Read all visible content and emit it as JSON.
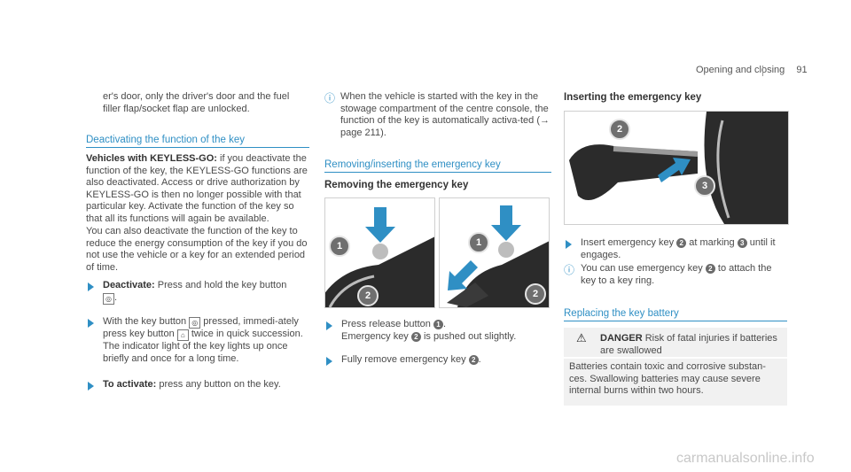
{
  "header": {
    "section": "Opening and closing",
    "page_number": "91"
  },
  "col1": {
    "intro": "er's door, only the driver's door and the fuel filler flap/socket flap are unlocked.",
    "section_title": "Deactivating the function of the key",
    "bold_lead": "Vehicles with KEYLESS-GO:",
    "para1": "if you deactivate the function of the key, the KEYLESS-GO functions are also deactivated. Access or drive authorization by KEYLESS-GO is then no longer possible with that particular key. Activate the function of the key so that all its functions will again be available.",
    "para2": "You can also deactivate the function of the key to reduce the energy consumption of the key if you do not use the vehicle or a key for an extended period of time.",
    "step1_label": "Deactivate:",
    "step1_text": "Press and hold the key button",
    "step2_a": "With the key button",
    "step2_b": "pressed, immedi-ately press key button",
    "step2_c": "twice in quick succession.",
    "step2_d": "The indicator light of the key lights up once briefly and once for a long time.",
    "step3_label": "To activate:",
    "step3_text": "press any button on the key.",
    "icons": {
      "unlock": "unlock-icon",
      "trunk": "trunk-icon"
    }
  },
  "col2": {
    "note": "When the vehicle is started with the key in the stowage compartment of the centre console, the function of the key is automatically activa-ted (→ page 211).",
    "section_title": "Removing/inserting the emergency key",
    "sub_title": "Removing the emergency key",
    "step1": "Press release button",
    "step1_b": "Emergency key",
    "step1_c": "is pushed out slightly.",
    "step2": "Fully remove emergency key",
    "callouts": [
      "1",
      "2"
    ]
  },
  "col3": {
    "sub_title": "Inserting the emergency key",
    "step1_a": "Insert emergency key",
    "step1_b": "at marking",
    "step1_c": "until it engages.",
    "note_a": "You can use emergency key",
    "note_b": "to attach the key to a key ring.",
    "section_title": "Replacing the key battery",
    "danger_label": "DANGER",
    "danger_title": "Risk of fatal injuries if batteries are swallowed",
    "danger_text": "Batteries contain toxic and corrosive substan-ces. Swallowing batteries may cause severe internal burns within two hours.",
    "callouts": [
      "2",
      "3"
    ]
  },
  "watermark": "carmanualsonline.info",
  "colors": {
    "accent": "#2f8fc4",
    "text": "#4a4a4a",
    "danger_bg": "#f1f1f1"
  }
}
